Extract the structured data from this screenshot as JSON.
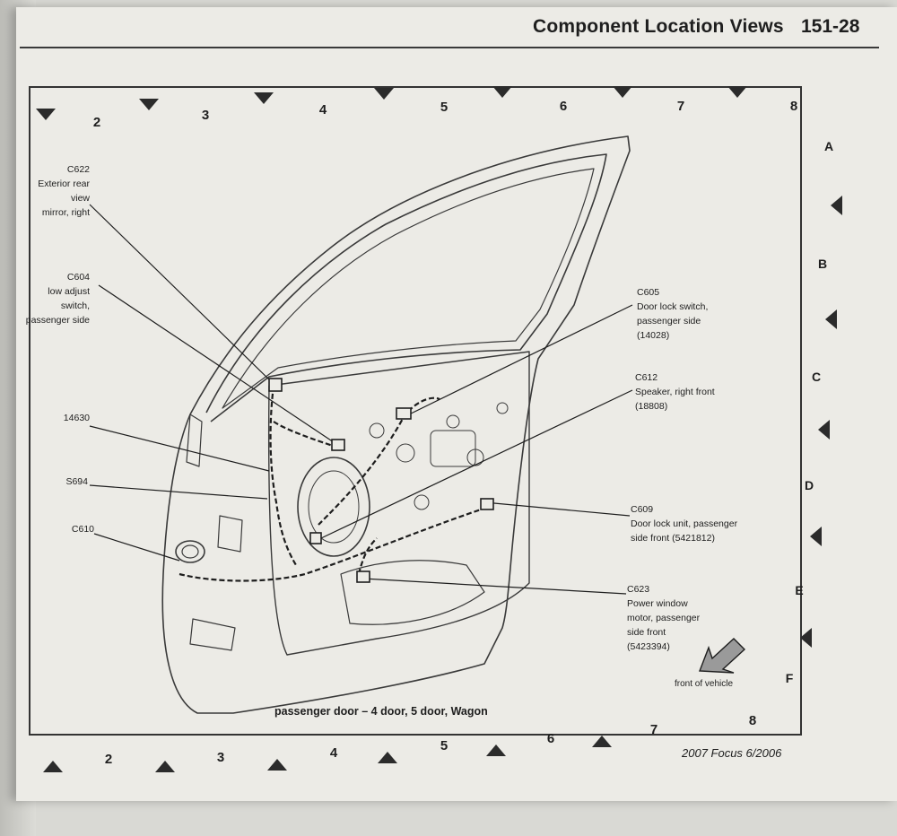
{
  "header": {
    "title": "Component Location Views",
    "page_number": "151-28"
  },
  "grid": {
    "top_columns": [
      "2",
      "3",
      "4",
      "5",
      "6",
      "7",
      "8"
    ],
    "bottom_columns": [
      "2",
      "3",
      "4",
      "5",
      "6",
      "7",
      "8"
    ],
    "rows": [
      "A",
      "B",
      "C",
      "D",
      "E",
      "F"
    ]
  },
  "callouts": {
    "c622": {
      "code": "C622",
      "line1": "Exterior rear view",
      "line2": "mirror, right"
    },
    "c604": {
      "code": "C604",
      "line1": "low adjust switch,",
      "line2": "passenger side"
    },
    "n14630": {
      "code": "14630"
    },
    "s694": {
      "code": "S694"
    },
    "c610": {
      "code": "C610"
    },
    "c605": {
      "code": "C605",
      "line1": "Door lock switch,",
      "line2": "passenger side",
      "line3": "(14028)"
    },
    "c612": {
      "code": "C612",
      "line1": "Speaker, right front",
      "line2": "(18808)"
    },
    "c609": {
      "code": "C609",
      "line1": "Door lock unit, passenger",
      "line2": "side front (5421812)"
    },
    "c623": {
      "code": "C623",
      "line1": "Power window",
      "line2": "motor, passenger",
      "line3": "side front",
      "line4": "(5423394)"
    }
  },
  "diagram": {
    "caption": "passenger door – 4 door, 5 door, Wagon",
    "front_label": "front of vehicle",
    "arrow_icon": "front-of-vehicle-arrow-icon"
  },
  "footer": {
    "text": "2007 Focus 6/2006"
  }
}
